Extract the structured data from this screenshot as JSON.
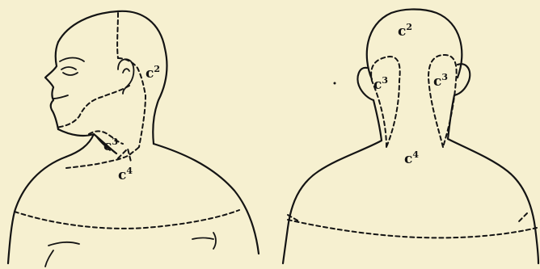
{
  "colors": {
    "paper": "#f6f0d0",
    "ink": "#141414"
  },
  "labels": {
    "side": {
      "c2": {
        "base": "c",
        "sup": "2"
      },
      "c3": {
        "base": "c",
        "sup": "3"
      },
      "c4": {
        "base": "c",
        "sup": "4"
      }
    },
    "back": {
      "c2": {
        "base": "c",
        "sup": "2"
      },
      "c3_left": {
        "base": "c",
        "sup": "3"
      },
      "c3_right": {
        "base": "c",
        "sup": "3"
      },
      "c4": {
        "base": "c",
        "sup": "4"
      }
    }
  }
}
